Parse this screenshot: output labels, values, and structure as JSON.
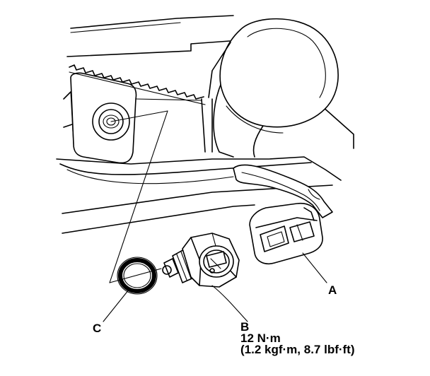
{
  "callouts": {
    "a": {
      "letter": "A"
    },
    "b": {
      "letter": "B",
      "torque_nm": "12 N·m",
      "torque_alt": "(1.2 kgf·m, 8.7 lbf·ft)"
    },
    "c": {
      "letter": "C"
    }
  }
}
